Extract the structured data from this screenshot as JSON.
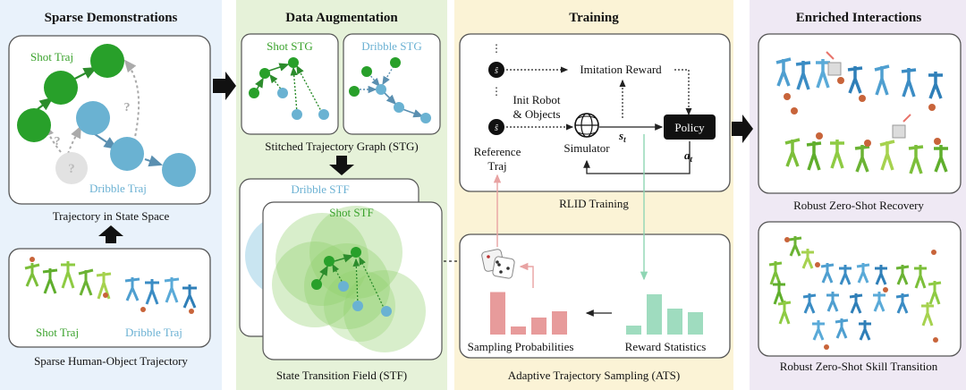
{
  "colors": {
    "green_node": "#28a02a",
    "blue_node": "#6ab2d2",
    "gray_node": "#e2e2e2",
    "panel_blue": "#e9f2fb",
    "panel_green": "#e6f2d9",
    "panel_yellow": "#fbf3d6",
    "panel_purple": "#efe9f4",
    "sampling_red": "#e79b9b",
    "reward_green": "#9fdcbf"
  },
  "sections": {
    "demos": {
      "title": "Sparse Demonstrations",
      "shot_traj": "Shot Traj",
      "dribble_traj": "Dribble Traj",
      "unknown_mark": "?",
      "state_space_caption": "Trajectory in State Space",
      "shot_traj_small": "Shot Traj",
      "dribble_traj_small": "Dribble Traj",
      "sparse_caption": "Sparse Human-Object Trajectory"
    },
    "augmentation": {
      "title": "Data Augmentation",
      "shot_stg": "Shot STG",
      "dribble_stg": "Dribble STG",
      "stg_caption": "Stitched Trajectory Graph (STG)",
      "dribble_stf": "Dribble STF",
      "shot_stf": "Shot STF",
      "stf_caption": "State Transition Field (STF)"
    },
    "training": {
      "title": "Training",
      "ellipsis": "⋮",
      "state_symbol": "ŝ",
      "imitation_reward": "Imitation Reward",
      "init_robot_line1": "Init Robot",
      "init_robot_line2": "& Objects",
      "reference_line1": "Reference",
      "reference_line2": "Traj",
      "simulator": "Simulator",
      "state_label": "s",
      "state_sub": "t",
      "action_label": "a",
      "action_sub": "t",
      "policy": "Policy",
      "rlid_caption": "RLID Training",
      "sampling_probabilities": "Sampling Probabilities",
      "reward_statistics": "Reward Statistics",
      "ats_caption": "Adaptive Trajectory Sampling (ATS)"
    },
    "interactions": {
      "title": "Enriched Interactions",
      "recovery_caption": "Robust Zero-Shot Recovery",
      "transition_caption": "Robust Zero-Shot Skill Transition"
    }
  },
  "histograms": {
    "sampling_probabilities": [
      0.95,
      0.18,
      0.38,
      0.52
    ],
    "reward_statistics": [
      0.2,
      0.9,
      0.58,
      0.5
    ]
  }
}
